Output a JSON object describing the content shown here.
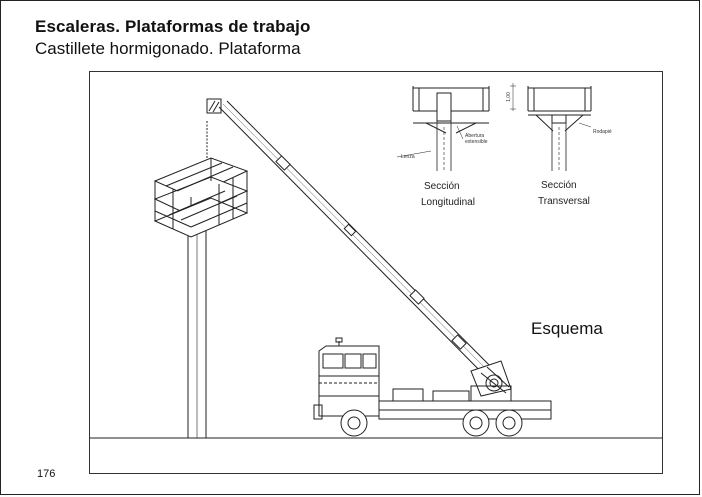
{
  "header": {
    "title": "Escaleras. Plataformas de trabajo",
    "subtitle": "Castillete hormigonado. Plataforma"
  },
  "page_number": "176",
  "drawing": {
    "main_label": "Esquema",
    "section_long": {
      "line1": "Sección",
      "line2": "Longitudinal"
    },
    "section_trans": {
      "line1": "Sección",
      "line2": "Transversal"
    },
    "labels": {
      "lenza": "Lenza",
      "abertura": "Abertura",
      "extensible": "extensible",
      "rodapie": "Rodapié",
      "dimension": "1,00"
    }
  }
}
